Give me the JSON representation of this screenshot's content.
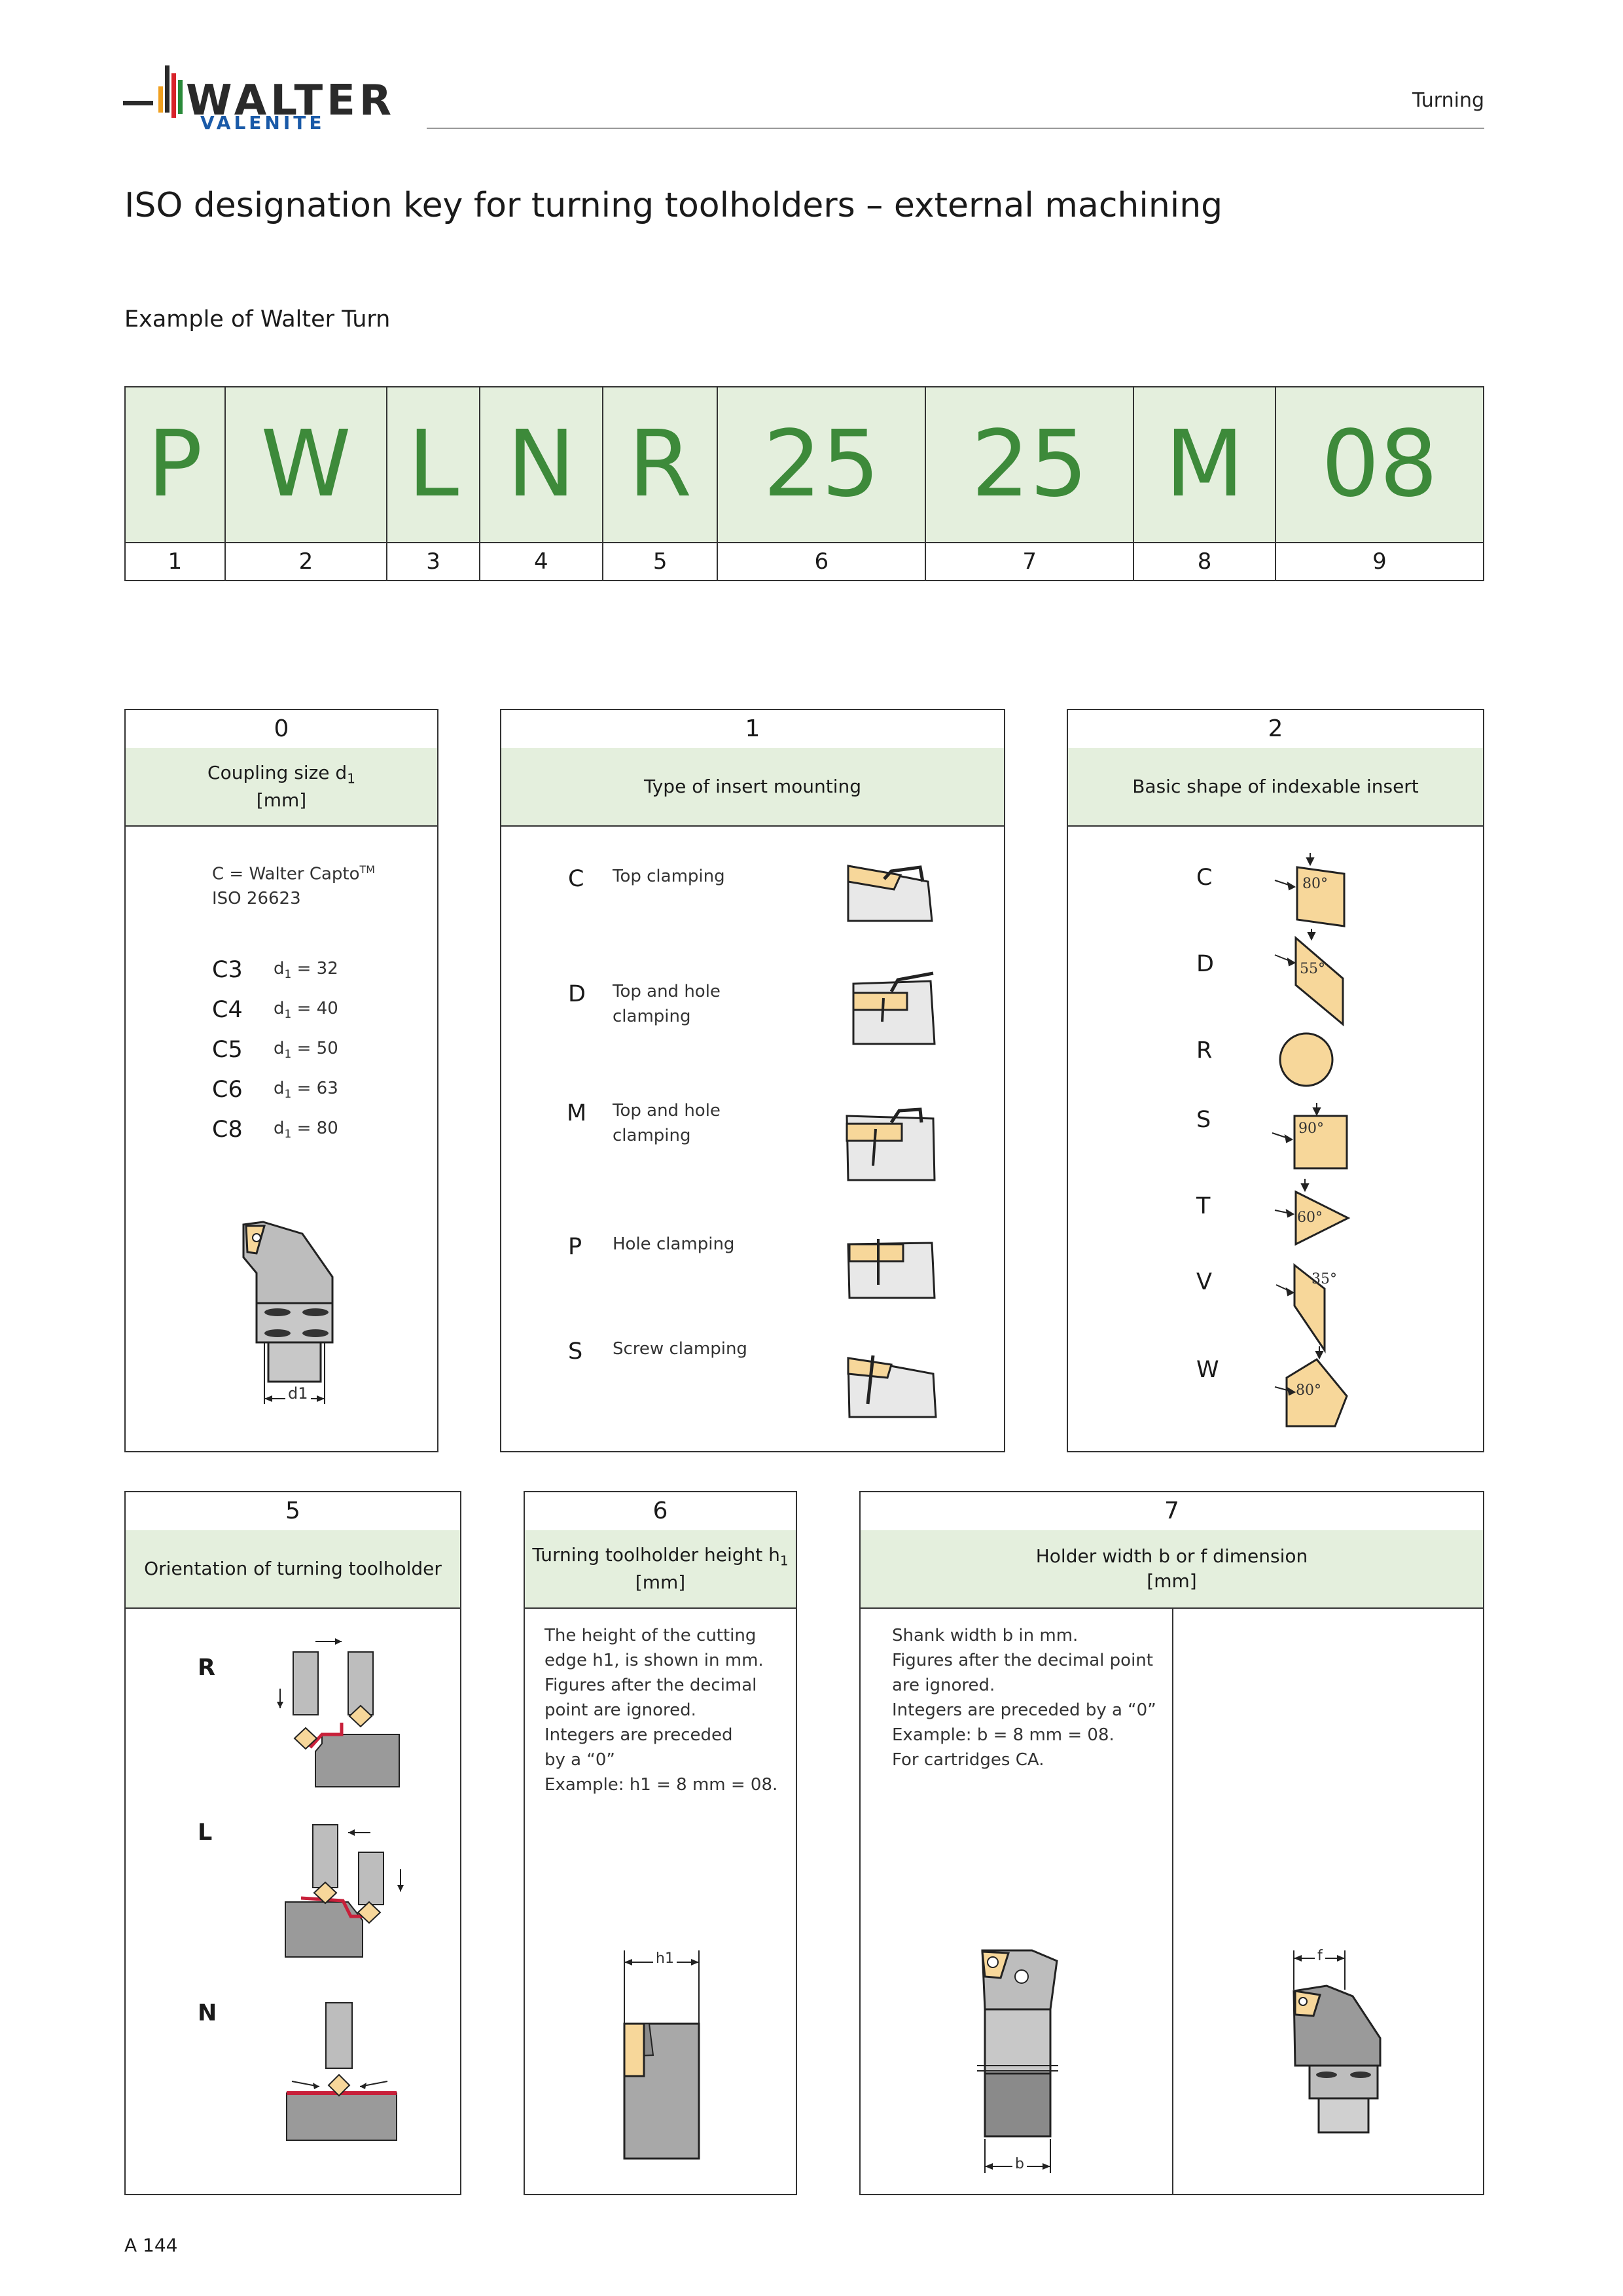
{
  "header": {
    "logo_top": "WALTER",
    "logo_bottom": "VALENITE",
    "section": "Turning"
  },
  "title": "ISO designation key for turning toolholders – external machining",
  "subtitle": "Example of Walter Turn",
  "designation": {
    "codes": [
      "P",
      "W",
      "L",
      "N",
      "R",
      "25",
      "25",
      "M",
      "08"
    ],
    "positions": [
      "1",
      "2",
      "3",
      "4",
      "5",
      "6",
      "7",
      "8",
      "9"
    ]
  },
  "box0": {
    "number": "0",
    "title_line1": "Coupling size d",
    "title_sub": "1",
    "title_line2": "[mm]",
    "intro_line1": "C = Walter Capto",
    "intro_tm": "TM",
    "intro_line2": "ISO 26623",
    "rows": [
      {
        "code": "C3",
        "value": "= 32"
      },
      {
        "code": "C4",
        "value": "= 40"
      },
      {
        "code": "C5",
        "value": "= 50"
      },
      {
        "code": "C6",
        "value": "= 63"
      },
      {
        "code": "C8",
        "value": "= 80"
      }
    ],
    "d_symbol": "d",
    "d_sub": "1",
    "dim_label": "d1"
  },
  "box1": {
    "number": "1",
    "title": "Type of insert mounting",
    "rows": [
      {
        "code": "C",
        "line1": "Top clamping",
        "line2": ""
      },
      {
        "code": "D",
        "line1": "Top and hole",
        "line2": "clamping"
      },
      {
        "code": "M",
        "line1": "Top and hole",
        "line2": "clamping"
      },
      {
        "code": "P",
        "line1": "Hole clamping",
        "line2": ""
      },
      {
        "code": "S",
        "line1": "Screw clamping",
        "line2": ""
      }
    ]
  },
  "box2": {
    "number": "2",
    "title": "Basic shape of indexable insert",
    "rows": [
      {
        "code": "C",
        "angle": "80°"
      },
      {
        "code": "D",
        "angle": "55°"
      },
      {
        "code": "R",
        "angle": ""
      },
      {
        "code": "S",
        "angle": "90°"
      },
      {
        "code": "T",
        "angle": "60°"
      },
      {
        "code": "V",
        "angle": "35°"
      },
      {
        "code": "W",
        "angle": "80°"
      }
    ]
  },
  "box5": {
    "number": "5",
    "title": "Orientation of turning toolholder",
    "rows": [
      "R",
      "L",
      "N"
    ]
  },
  "box6": {
    "number": "6",
    "title_line1": "Turning toolholder height h",
    "title_sub": "1",
    "title_line2": "[mm]",
    "text": [
      "The height of the cutting",
      "edge h1, is shown in mm.",
      "Figures after the decimal",
      "point are ignored.",
      "Integers are preceded",
      "by a “0”",
      "Example: h1 = 8 mm = 08."
    ],
    "dim_label": "h1"
  },
  "box7": {
    "number": "7",
    "title_line1": "Holder width b or f dimension",
    "title_line2": "[mm]",
    "text": [
      "Shank width b in mm.",
      "Figures after the decimal point",
      "are ignored.",
      "Integers are preceded by a “0”",
      "Example: b = 8 mm = 08.",
      "For cartridges CA."
    ],
    "dim_b": "b",
    "dim_f": "f"
  },
  "footer": {
    "page": "A 144"
  },
  "colors": {
    "green_fill": "#e4efdd",
    "green_text": "#3d8a3a",
    "insert": "#f7d79a",
    "red": "#c8203a"
  }
}
